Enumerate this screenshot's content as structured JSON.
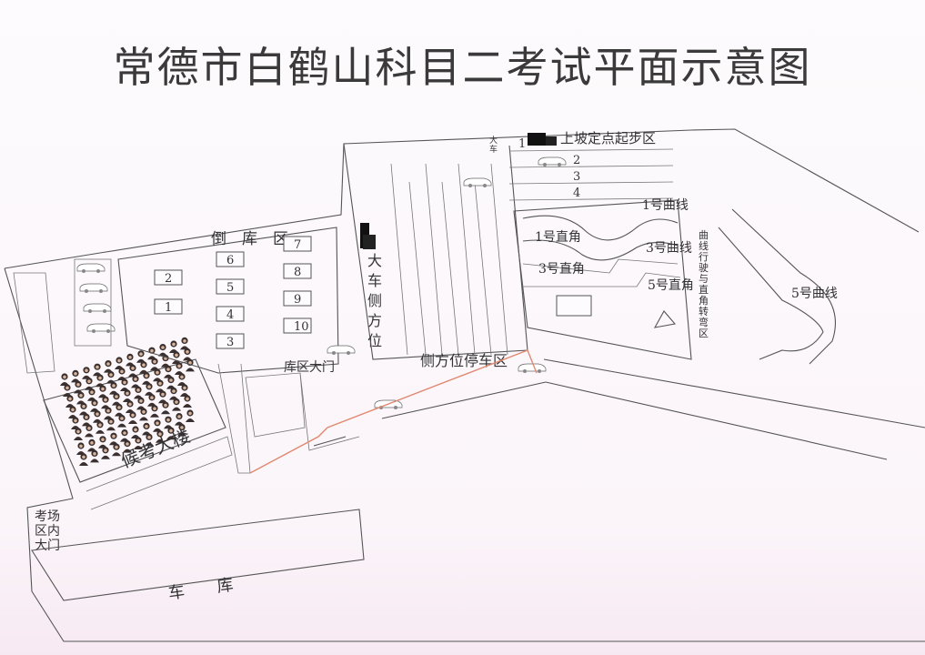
{
  "title": "常德市白鹤山科目二考试平面示意图",
  "labels": {
    "reverse_area": "倒　库　区",
    "reverse_gate": "库区大门",
    "big_car_side": [
      "大",
      "车",
      "侧",
      "方",
      "位"
    ],
    "side_park_area": "侧方位停车区",
    "hill_start": "上坡定点起步区",
    "curve1": "1号曲线",
    "right1": "1号直角",
    "curve3": "3号曲线",
    "right3": "3号直角",
    "right5": "5号直角",
    "curve5": "5号曲线",
    "curve_turn_area": [
      "曲",
      "线",
      "行",
      "驶",
      "与",
      "直",
      "角",
      "转",
      "弯",
      "区"
    ],
    "waiting_hall": "候考大楼",
    "gate": [
      "考场",
      "区内",
      "大门"
    ],
    "garage": "车　　库",
    "big_car": [
      "大",
      "车"
    ]
  },
  "slots": {
    "reverse_left": [
      "2",
      "1"
    ],
    "reverse_mid": [
      "6",
      "5",
      "4",
      "3"
    ],
    "reverse_right": [
      "7",
      "8",
      "9",
      "10"
    ],
    "hill_lanes": [
      "1",
      "2",
      "3",
      "4"
    ]
  }
}
